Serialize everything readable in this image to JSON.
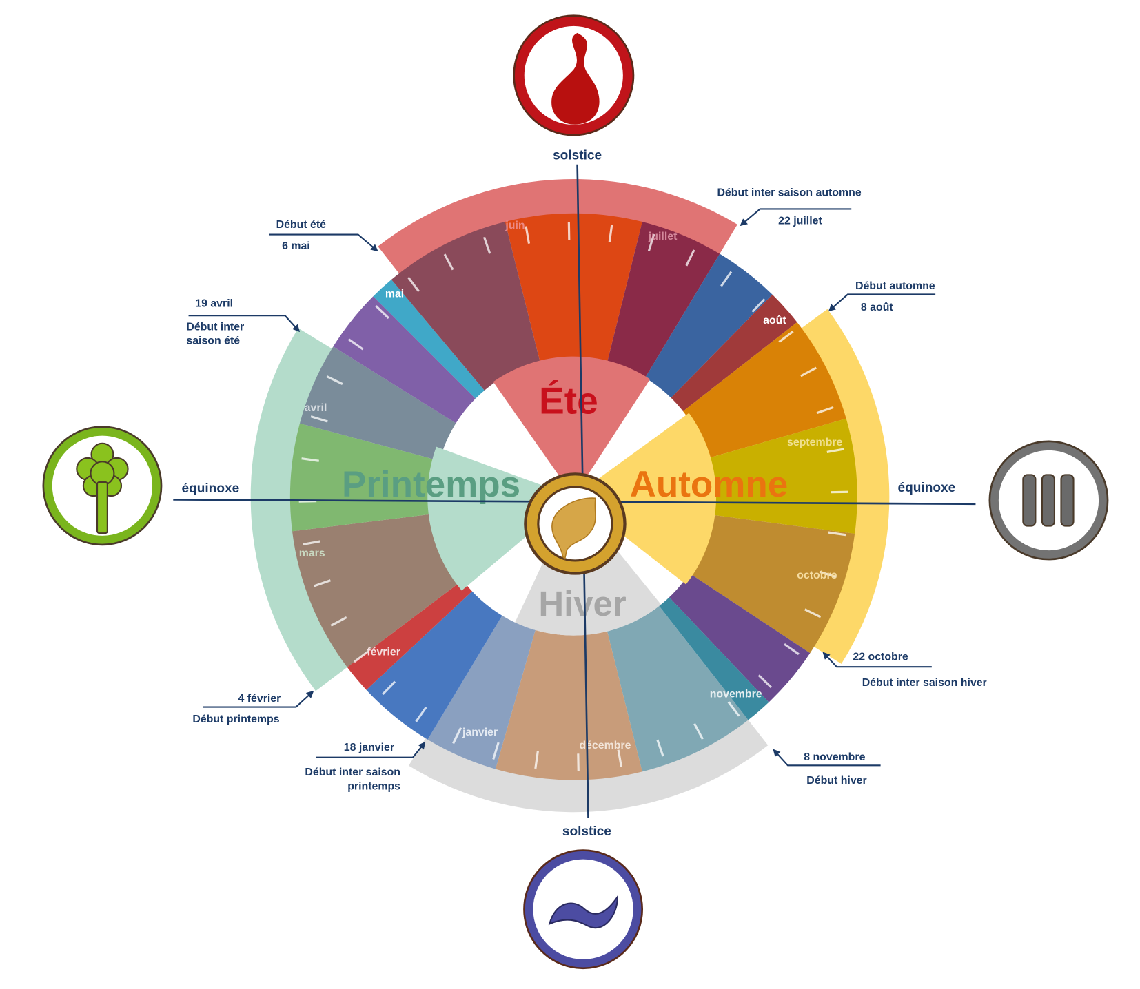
{
  "axes": {
    "solstice_top": "solstice",
    "solstice_bottom": "solstice",
    "equinox_left": "équinoxe",
    "equinox_right": "équinoxe"
  },
  "seasons": {
    "ete": {
      "label": "Éte",
      "color": "#c8101c",
      "fill": "#e07474"
    },
    "printemps": {
      "label": "Printemps",
      "color": "#5a9e82",
      "fill": "#b4dccb"
    },
    "automne": {
      "label": "Automne",
      "color": "#ea7410",
      "fill": "#fdd868"
    },
    "hiver": {
      "label": "Hiver",
      "color": "#a6a6a6",
      "fill": "#dcdcdc"
    }
  },
  "months": {
    "juin": "juin",
    "juillet": "juillet",
    "mai": "mai",
    "aout": "août",
    "avril": "avril",
    "septembre": "septembre",
    "mars": "mars",
    "octobre": "octobre",
    "fevrier": "février",
    "novembre": "novembre",
    "janvier": "janvier",
    "decembre": "décembre"
  },
  "segment_colors": [
    "#dd4714",
    "#8a2a48",
    "#3a64a0",
    "#a03a3a",
    "#d98206",
    "#c9b000",
    "#bf8c30",
    "#6a4a8e",
    "#3a8aa0",
    "#80a8b4",
    "#c89c7a",
    "#8aa0c0",
    "#4878c0",
    "#cc4040",
    "#9a8070",
    "#80b870",
    "#7a8c9a",
    "#8060a8",
    "#40a8c8",
    "#8a4a5a"
  ],
  "annotations": {
    "debut_ete": {
      "title": "Début été",
      "date": "6 mai"
    },
    "inter_automne": {
      "title": "Début inter saison automne",
      "date": "22 juillet"
    },
    "debut_automne": {
      "title": "Début automne",
      "date": "8 août"
    },
    "inter_ete": {
      "date": "19 avril",
      "title_1": "Début inter",
      "title_2": "saison été"
    },
    "debut_printemps": {
      "date": "4 février",
      "title": "Début printemps"
    },
    "inter_printemps": {
      "date": "18 janvier",
      "title_1": "Début inter saison",
      "title_2": "printemps"
    },
    "inter_hiver": {
      "date": "22 octobre",
      "title": "Début inter saison hiver"
    },
    "debut_hiver": {
      "date": "8 novembre",
      "title": "Début hiver"
    }
  },
  "icons": {
    "top": "fire-icon",
    "left": "tree-icon",
    "right": "bars-icon",
    "bottom": "wave-icon",
    "center": "leaf-icon"
  }
}
